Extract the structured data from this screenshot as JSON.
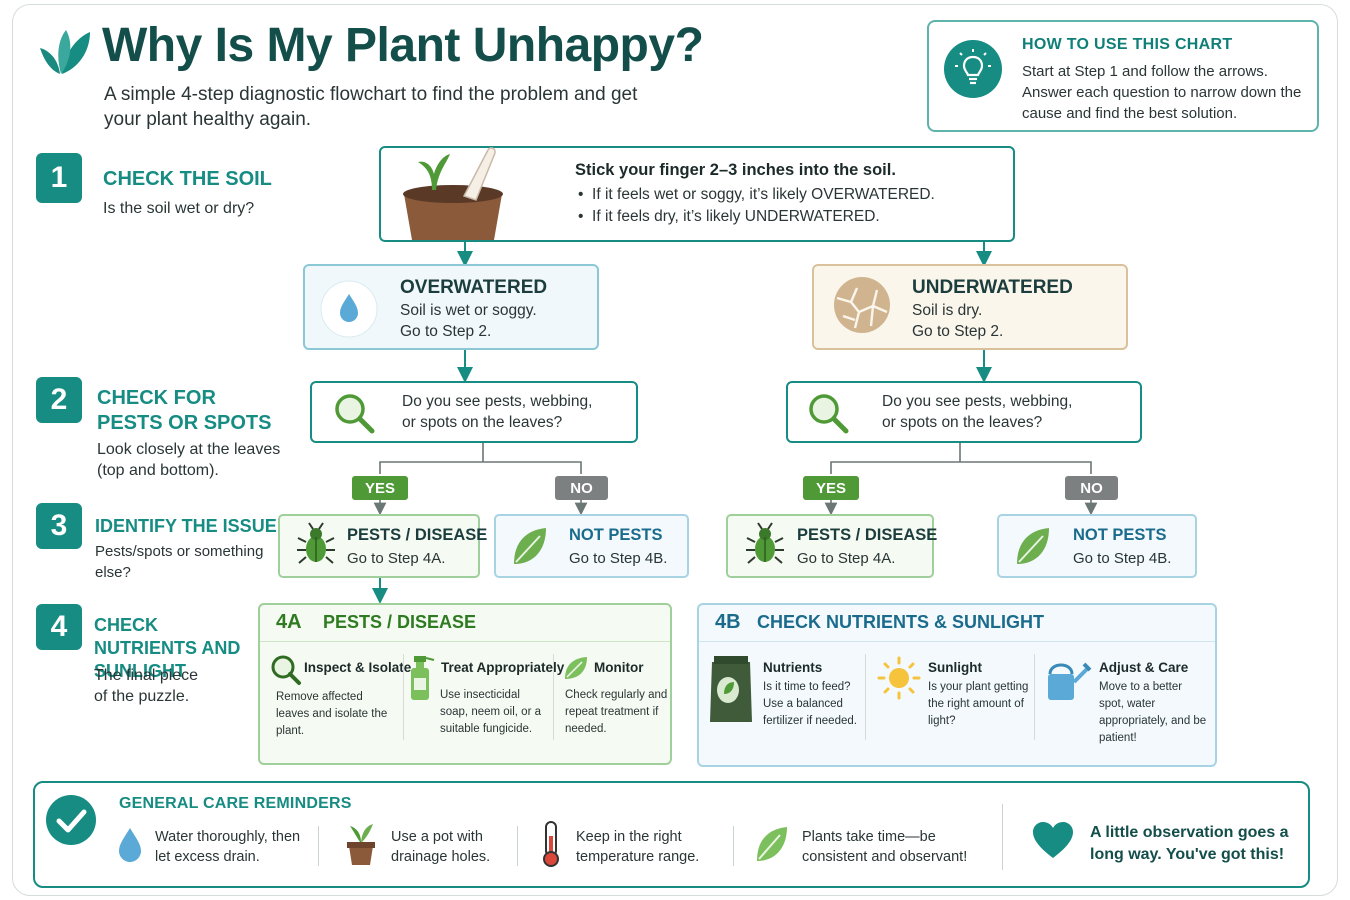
{
  "header": {
    "title": "Why Is My Plant Unhappy?",
    "subtitle": "A simple 4-step diagnostic flowchart to find the problem and get your plant healthy again."
  },
  "how_to": {
    "title": "HOW TO USE THIS CHART",
    "body": "Start at Step 1 and follow the arrows. Answer each question to narrow down the cause and find the best solution."
  },
  "steps": [
    {
      "num": "1",
      "title": "CHECK THE SOIL",
      "desc": "Is the soil wet or dry?"
    },
    {
      "num": "2",
      "title": "CHECK FOR PESTS OR SPOTS",
      "desc": "Look closely at the leaves (top and bottom)."
    },
    {
      "num": "3",
      "title": "IDENTIFY THE ISSUE",
      "desc": "Pests/spots or something else?"
    },
    {
      "num": "4",
      "title": "CHECK NUTRIENTS AND SUNLIGHT",
      "desc": "The final piece of the puzzle."
    }
  ],
  "soil_test": {
    "title": "Stick your finger 2–3 inches into the soil.",
    "bullets": [
      "If it feels wet or soggy, it’s likely OVERWATERED.",
      "If it feels dry, it’s likely UNDERWATERED."
    ]
  },
  "overwatered": {
    "title": "OVERWATERED",
    "line1": "Soil is wet or soggy.",
    "line2": "Go to Step 2."
  },
  "underwatered": {
    "title": "UNDERWATERED",
    "line1": "Soil is dry.",
    "line2": "Go to Step 2."
  },
  "pest_question": {
    "line1": "Do you see pests, webbing,",
    "line2": "or spots on the leaves?"
  },
  "labels": {
    "yes": "YES",
    "no": "NO"
  },
  "pests_card": {
    "title": "PESTS / DISEASE",
    "text": "Go to Step 4A."
  },
  "not_pests_card": {
    "title": "NOT PESTS",
    "text": "Go to Step 4B."
  },
  "panel_4a": {
    "code": "4A",
    "title": "PESTS / DISEASE",
    "items": [
      {
        "title": "Inspect & Isolate",
        "text": "Remove affected leaves and isolate the plant."
      },
      {
        "title": "Treat Appropriately",
        "text": "Use insecticidal soap, neem oil, or a suitable fungicide."
      },
      {
        "title": "Monitor",
        "text": "Check regularly and repeat treatment if needed."
      }
    ]
  },
  "panel_4b": {
    "code": "4B",
    "title": "CHECK NUTRIENTS & SUNLIGHT",
    "items": [
      {
        "title": "Nutrients",
        "text": "Is it time to feed? Use a balanced fertilizer if needed."
      },
      {
        "title": "Sunlight",
        "text": "Is your plant getting the right amount of light?"
      },
      {
        "title": "Adjust & Care",
        "text": "Move to a better spot, water appropriately, and be patient!"
      }
    ]
  },
  "reminders": {
    "title": "GENERAL CARE REMINDERS",
    "items": [
      "Water thoroughly, then let excess drain.",
      "Use a pot with drainage holes.",
      "Keep in the right temperature range.",
      "Plants take time—be consistent and observant!"
    ],
    "closing": "A little observation goes a long way. You've got this!"
  },
  "colors": {
    "teal": "#168c83",
    "dark_teal": "#134e4a",
    "yes_green": "#4f9a37",
    "no_gray": "#7c8080",
    "leaf_green": "#6dae4f"
  }
}
